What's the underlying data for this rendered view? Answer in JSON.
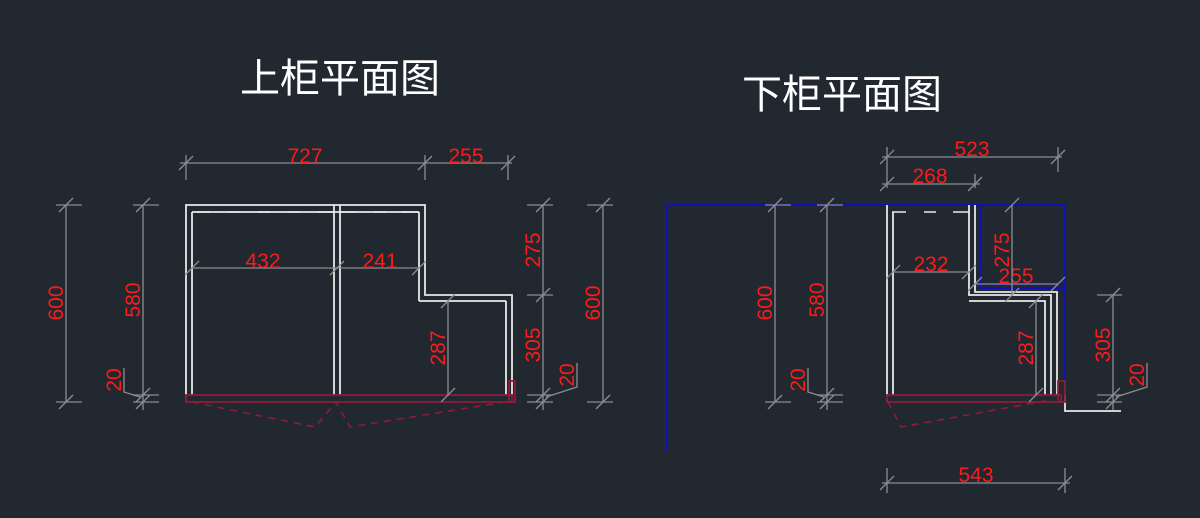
{
  "drawings": [
    {
      "title": "上柜平面图",
      "dimensions": {
        "top_left": "727",
        "top_right": "255",
        "inner_left": "432",
        "inner_right": "241",
        "left_total": "600",
        "left_body": "580",
        "left_door": "20",
        "right_upper": "275",
        "right_lower": "305",
        "right_door": "20",
        "right_total": "600",
        "step_inner": "287"
      }
    },
    {
      "title": "下柜平面图",
      "dimensions": {
        "top_total": "523",
        "top_left": "268",
        "inner_left": "232",
        "inner_right": "255",
        "upper_right": "275",
        "left_total": "600",
        "left_body": "580",
        "left_door": "20",
        "step_inner": "287",
        "right_lower": "305",
        "right_door": "20",
        "bottom_total": "543"
      }
    }
  ],
  "colors": {
    "background": "#212830",
    "dimension_text": "#ff1a1a",
    "dimension_line": "#8a8d92",
    "wall": "#e8e8e8",
    "door": "#8e1c3a",
    "reference_line": "#1010b8"
  }
}
